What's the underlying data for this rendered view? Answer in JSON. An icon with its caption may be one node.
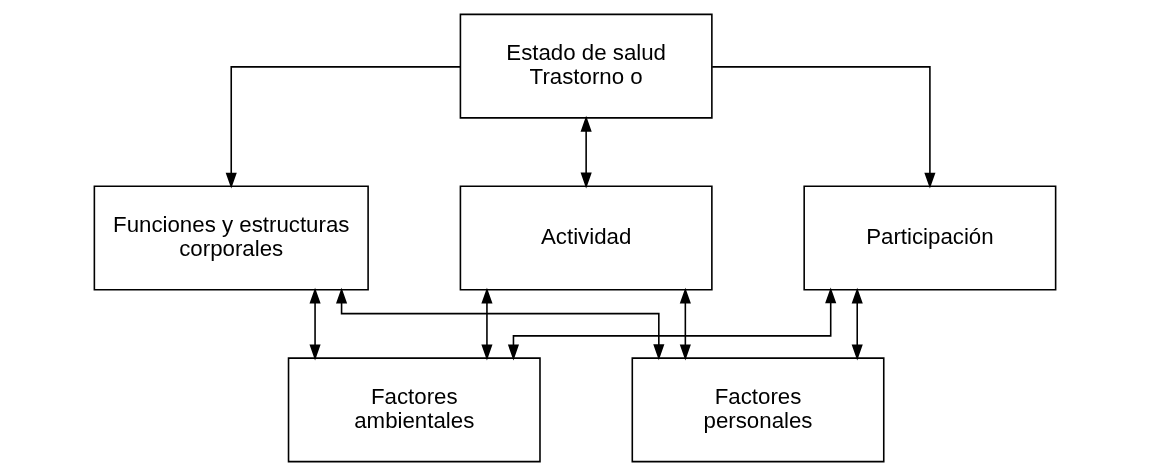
{
  "diagram": {
    "nodes": [
      {
        "text": [
          "Estado de salud Trastorno o"
        ]
      },
      {
        "text": [
          "Funciones y estructuras corporales"
        ]
      },
      {
        "text": [
          "Actividad"
        ]
      },
      {
        "text": [
          "Participación"
        ]
      },
      {
        "text": [
          "Factores ambientales"
        ]
      },
      {
        "text": [
          "Factores personales"
        ]
      }
    ],
    "edges": [
      {
        "from": 0,
        "to": 1,
        "arrow": "to"
      },
      {
        "from": 0,
        "to": 2,
        "arrow": "both"
      },
      {
        "from": 0,
        "to": 3,
        "arrow": "to"
      },
      {
        "from": 4,
        "to": 1,
        "arrow": "both"
      },
      {
        "from": 4,
        "to": 2,
        "arrow": "both"
      },
      {
        "from": 4,
        "to": 3,
        "arrow": "both"
      },
      {
        "from": 5,
        "to": 1,
        "arrow": "both"
      },
      {
        "from": 5,
        "to": 2,
        "arrow": "both"
      },
      {
        "from": 5,
        "to": 3,
        "arrow": "both"
      }
    ]
  }
}
